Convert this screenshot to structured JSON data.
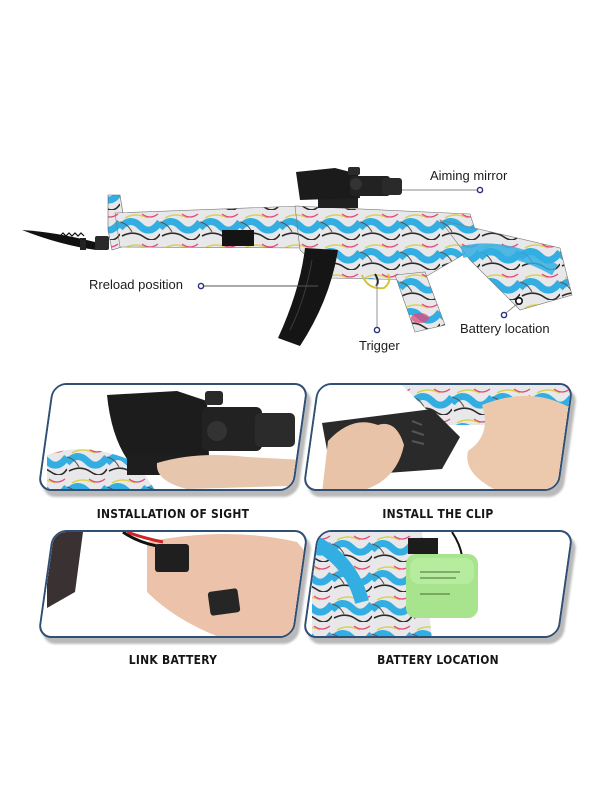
{
  "hero": {
    "product": "graffiti-pattern toy rifle with scope and bayonet",
    "callouts": [
      {
        "id": "aiming-mirror",
        "label": "Aiming mirror"
      },
      {
        "id": "reload-position",
        "label": "Rreload position"
      },
      {
        "id": "trigger",
        "label": "Trigger"
      },
      {
        "id": "battery-location",
        "label": "Battery location"
      }
    ]
  },
  "steps": [
    {
      "caption": "INSTALLATION OF SIGHT",
      "scene": "hand mounting black scope onto rail"
    },
    {
      "caption": "INSTALL THE CLIP",
      "scene": "hands inserting black magazine"
    },
    {
      "caption": "LINK BATTERY",
      "scene": "fingers holding black battery connectors"
    },
    {
      "caption": "BATTERY LOCATION",
      "scene": "green battery pack in stock"
    }
  ],
  "colors": {
    "card_border": "#2f4f74",
    "card_shadow": "#b9b9b9",
    "callout_dot": "#2a2f7a",
    "callout_line": "#8a8a8a",
    "graffiti_blue": "#33aee3",
    "battery_green": "#a8e38e"
  }
}
